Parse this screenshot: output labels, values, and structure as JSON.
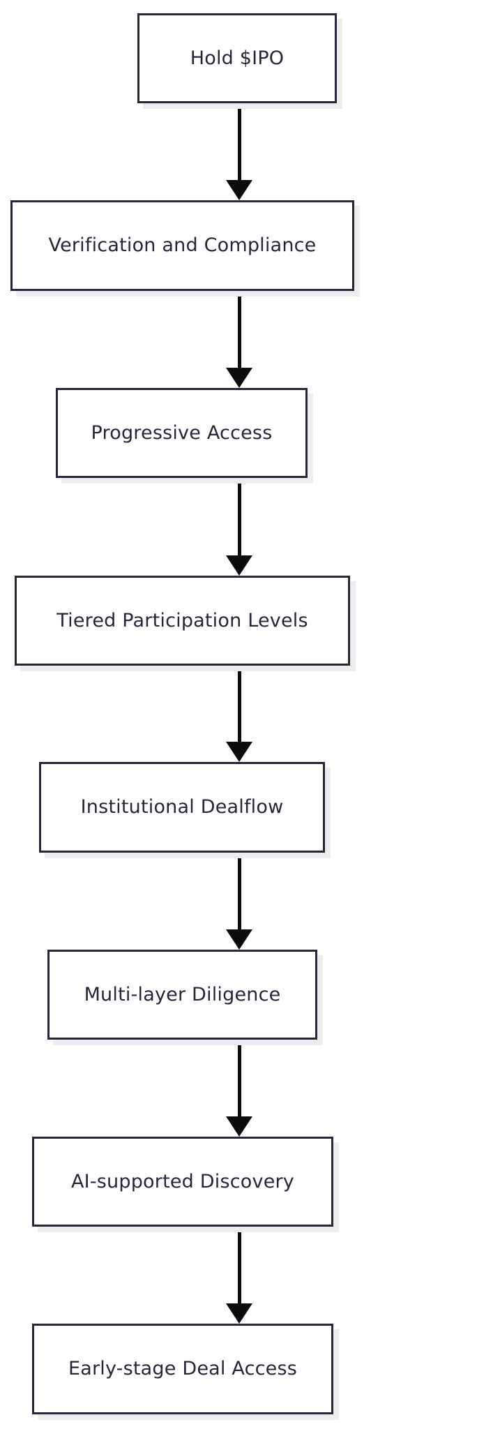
{
  "diagram": {
    "type": "flowchart",
    "orientation": "top-to-bottom",
    "background_color": "#ffffff",
    "node_border_color": "#272539",
    "node_fill_color": "#ffffff",
    "node_text_color": "#272539",
    "node_shadow_color": "#ededed",
    "edge_color": "#0b0b0b",
    "nodes": [
      {
        "id": "n1",
        "label": "Hold $IPO"
      },
      {
        "id": "n2",
        "label": "Verification and Compliance"
      },
      {
        "id": "n3",
        "label": "Progressive Access"
      },
      {
        "id": "n4",
        "label": "Tiered Participation Levels"
      },
      {
        "id": "n5",
        "label": "Institutional Dealflow"
      },
      {
        "id": "n6",
        "label": "Multi-layer Diligence"
      },
      {
        "id": "n7",
        "label": "AI-supported Discovery"
      },
      {
        "id": "n8",
        "label": "Early-stage Deal Access"
      }
    ],
    "edges": [
      {
        "id": "e1",
        "from": "n1",
        "to": "n2",
        "arrow": "down-arrow"
      },
      {
        "id": "e2",
        "from": "n2",
        "to": "n3",
        "arrow": "down-arrow"
      },
      {
        "id": "e3",
        "from": "n3",
        "to": "n4",
        "arrow": "down-arrow"
      },
      {
        "id": "e4",
        "from": "n4",
        "to": "n5",
        "arrow": "down-arrow"
      },
      {
        "id": "e5",
        "from": "n5",
        "to": "n6",
        "arrow": "down-arrow"
      },
      {
        "id": "e6",
        "from": "n6",
        "to": "n7",
        "arrow": "down-arrow"
      },
      {
        "id": "e7",
        "from": "n7",
        "to": "n8",
        "arrow": "down-arrow"
      }
    ]
  }
}
